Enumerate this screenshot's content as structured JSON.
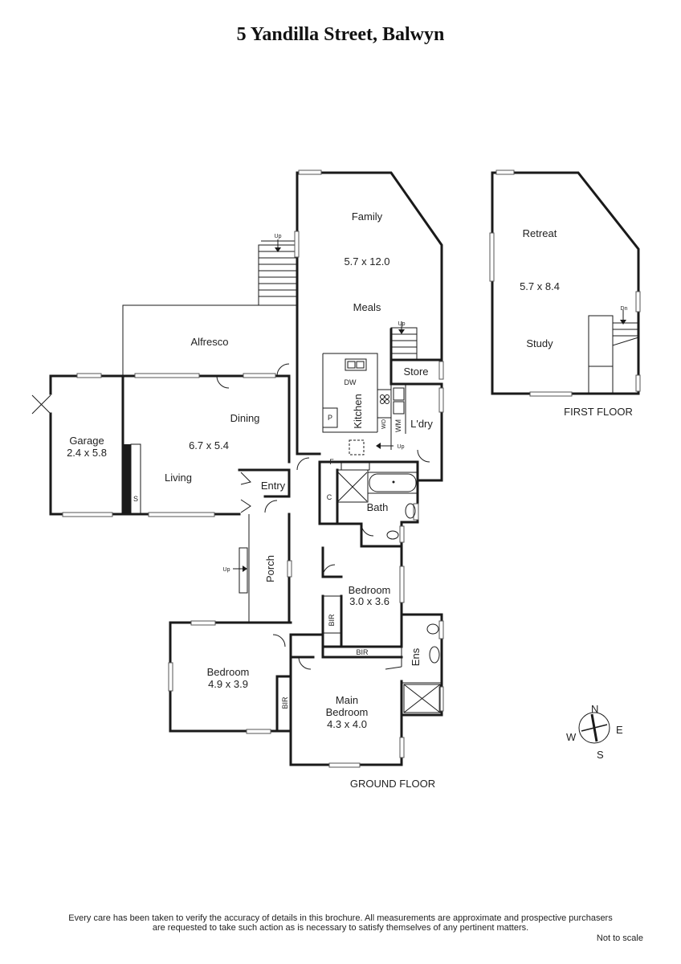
{
  "title": "5 Yandilla Street, Balwyn",
  "floors": {
    "ground": "GROUND FLOOR",
    "first": "FIRST FLOOR"
  },
  "rooms": {
    "family": "Family",
    "family_dim": "5.7 x 12.0",
    "meals": "Meals",
    "alfresco": "Alfresco",
    "store": "Store",
    "kitchen": "Kitchen",
    "laundry": "L'dry",
    "garage": "Garage",
    "garage_dim": "2.4 x 5.8",
    "dining": "Dining",
    "living_dim": "6.7 x 5.4",
    "living": "Living",
    "entry": "Entry",
    "bath": "Bath",
    "porch": "Porch",
    "bedroom2": "Bedroom",
    "bedroom2_dim": "3.0 x 3.6",
    "bedroom3": "Bedroom",
    "bedroom3_dim": "4.9 x 3.9",
    "main_bedroom_1": "Main",
    "main_bedroom_2": "Bedroom",
    "main_bedroom_dim": "4.3 x 4.0",
    "ens": "Ens",
    "bir_a": "BIR",
    "bir_b": "BIR",
    "bir_c": "BIR",
    "retreat": "Retreat",
    "retreat_dim": "5.7 x 8.4",
    "study": "Study"
  },
  "fixtures": {
    "dw": "DW",
    "p": "P",
    "wo": "WO",
    "wm": "WM",
    "f": "F",
    "c": "C",
    "s": "S"
  },
  "stairs": {
    "up1": "Up",
    "up2": "Up",
    "up3": "Up",
    "up4": "Up",
    "dn": "Dn"
  },
  "compass": {
    "n": "N",
    "e": "E",
    "s": "S",
    "w": "W"
  },
  "disclaimer_line1": "Every care has been taken to verify the accuracy of details in this brochure.  All measurements are approximate and prospective purchasers",
  "disclaimer_line2": "are requested to take such action as is necessary to satisfy themselves of any pertinent matters.",
  "scale_note": "Not to scale"
}
